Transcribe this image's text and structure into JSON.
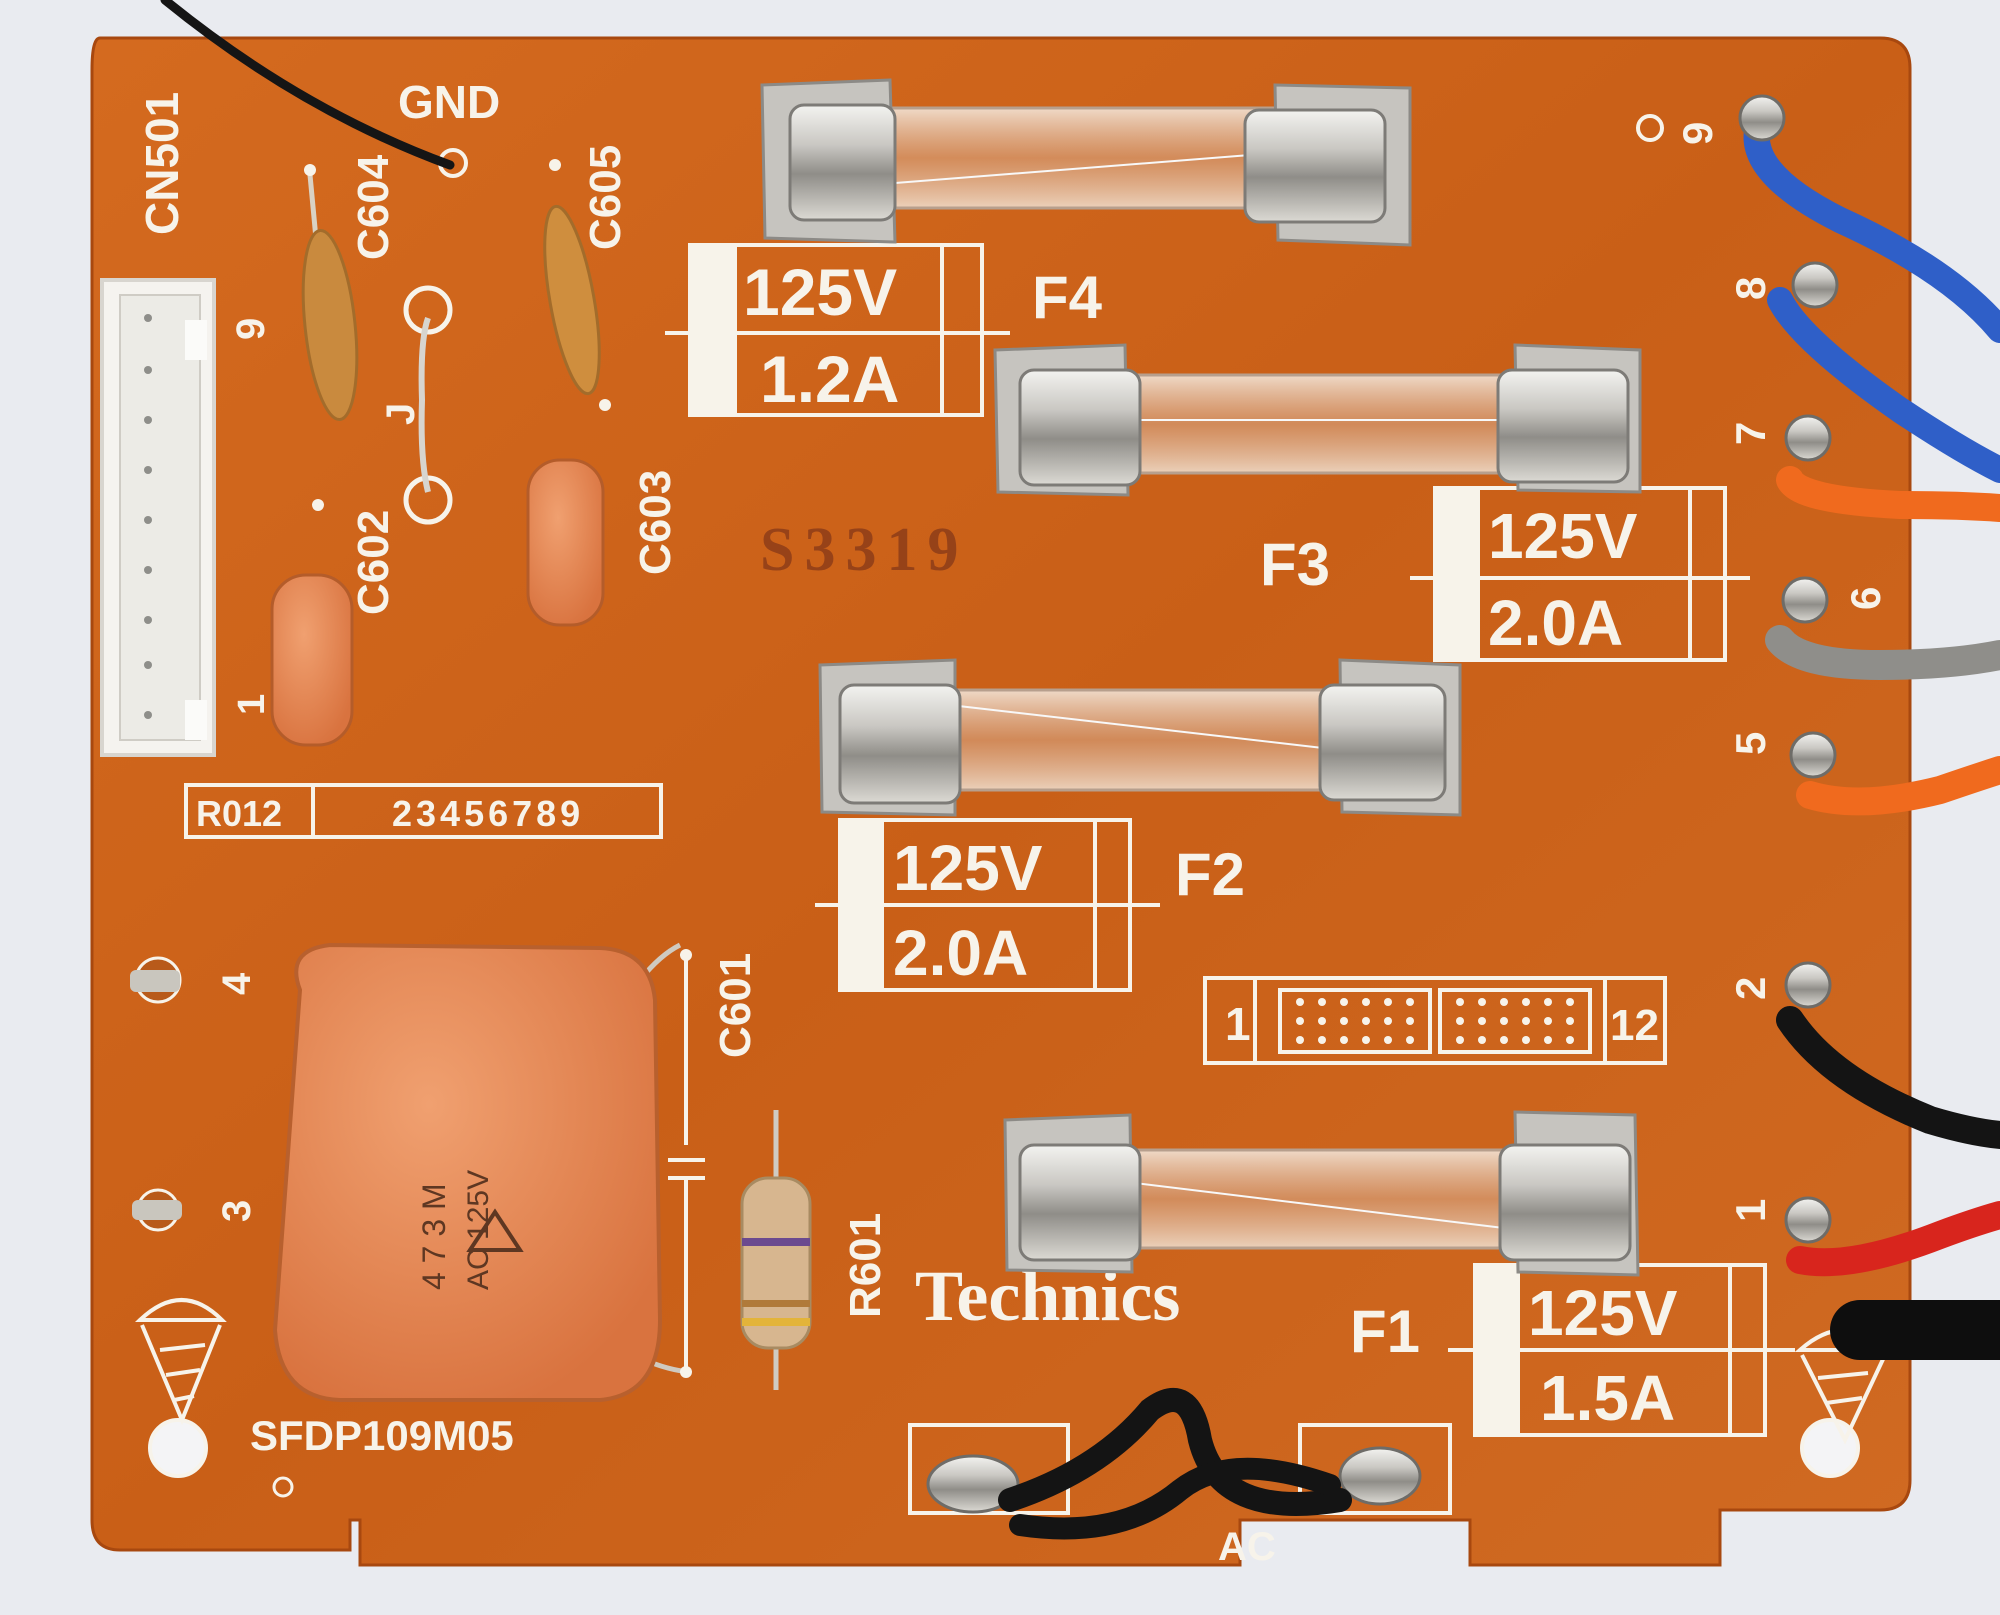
{
  "board": {
    "connector_label": "CN501",
    "connector_pin_first": "1",
    "connector_pin_last": "9",
    "gnd_label": "GND",
    "c604_label": "C604",
    "c605_label": "C605",
    "c603_label": "C603",
    "c602_label": "C602",
    "c601_label": "C601",
    "jumper_label": "J",
    "r601_label": "R601",
    "row_label_left": "R012",
    "row_label_right": "23456789",
    "part_number": "SFDP109M05",
    "stamp": "S3319",
    "brand": "Technics",
    "capacitor_marking_1": "4 7 3 M",
    "capacitor_marking_2": "AC 125V",
    "pad_4": "4",
    "pad_3": "3",
    "dip_left": "1",
    "dip_right": "12",
    "ac_label": "AC"
  },
  "fuses": [
    {
      "name": "F4",
      "voltage": "125V",
      "current": "1.2A"
    },
    {
      "name": "F3",
      "voltage": "125V",
      "current": "2.0A"
    },
    {
      "name": "F2",
      "voltage": "125V",
      "current": "2.0A"
    },
    {
      "name": "F1",
      "voltage": "125V",
      "current": "1.5A"
    }
  ],
  "terminals": [
    "9",
    "8",
    "7",
    "6",
    "5",
    "2",
    "1"
  ],
  "colors": {
    "board": "#d0661c",
    "silkscreen": "#f7f3ea",
    "background": "#e9ebf0",
    "wire_blue": "#2f5fc8",
    "wire_orange": "#f06a1e",
    "wire_gray": "#8f8e8a",
    "wire_black": "#141414",
    "wire_red": "#d8251d"
  }
}
